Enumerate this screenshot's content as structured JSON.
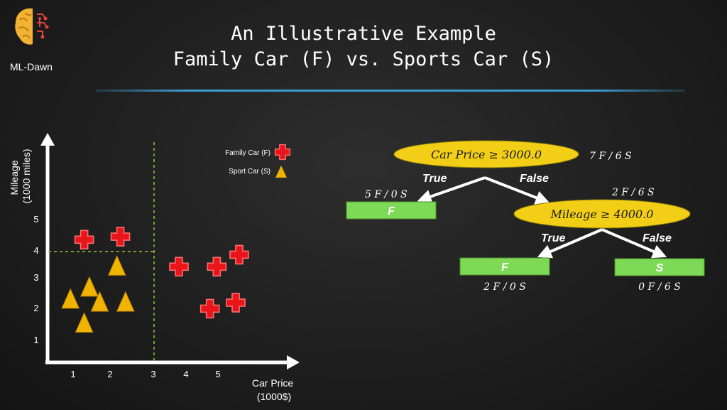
{
  "brand": {
    "name": "ML-Dawn",
    "logo_icon": "brain-circuit-icon"
  },
  "title": {
    "line1": "An Illustrative Example",
    "line2": "Family Car (F) vs. Sports Car (S)"
  },
  "chart_data": {
    "type": "scatter",
    "xlabel": "Car Price",
    "xlabel_unit": "(1000$)",
    "ylabel": "Mileage",
    "ylabel_unit": "(1000 miles)",
    "xticks": [
      "1",
      "2",
      "3",
      "4",
      "5"
    ],
    "yticks": [
      "1",
      "2",
      "3",
      "4",
      "5"
    ],
    "thresholds": {
      "x": 3,
      "y": 4
    },
    "legend": [
      {
        "name": "Family Car (F)",
        "marker": "red-cross",
        "color": "#e8161b"
      },
      {
        "name": "Sport Car (S)",
        "marker": "yellow-triangle",
        "color": "#f0b400"
      }
    ],
    "series": [
      {
        "name": "Family Car (F)",
        "points": [
          [
            1.25,
            4.4
          ],
          [
            2.3,
            4.5
          ],
          [
            4,
            3.5
          ],
          [
            5.1,
            3.5
          ],
          [
            5.75,
            3.9
          ],
          [
            4.9,
            2.1
          ],
          [
            5.65,
            2.3
          ]
        ]
      },
      {
        "name": "Sport Car (S)",
        "points": [
          [
            0.85,
            2.4
          ],
          [
            1.4,
            2.8
          ],
          [
            1.7,
            2.3
          ],
          [
            2.2,
            3.5
          ],
          [
            2.45,
            2.3
          ],
          [
            1.25,
            1.6
          ]
        ]
      }
    ]
  },
  "tree": {
    "root": {
      "expr": "Car Price ≥ 3000.0",
      "count": "7 F / 6 S"
    },
    "root_true": "True",
    "root_false": "False",
    "leaf1": {
      "label": "F",
      "count": "5 F / 0 S"
    },
    "node2": {
      "expr": "Mileage ≥ 4000.0",
      "count": "2 F / 6 S"
    },
    "node2_true": "True",
    "node2_false": "False",
    "leaf2": {
      "label": "F",
      "count": "2 F / 0 S"
    },
    "leaf3": {
      "label": "S",
      "count": "0 F / 6 S"
    }
  },
  "colors": {
    "leaf": "#7ed957",
    "node": "#f2cf16",
    "family": "#e8161b",
    "sport": "#f0b400",
    "accent": "#3d9ad0"
  }
}
